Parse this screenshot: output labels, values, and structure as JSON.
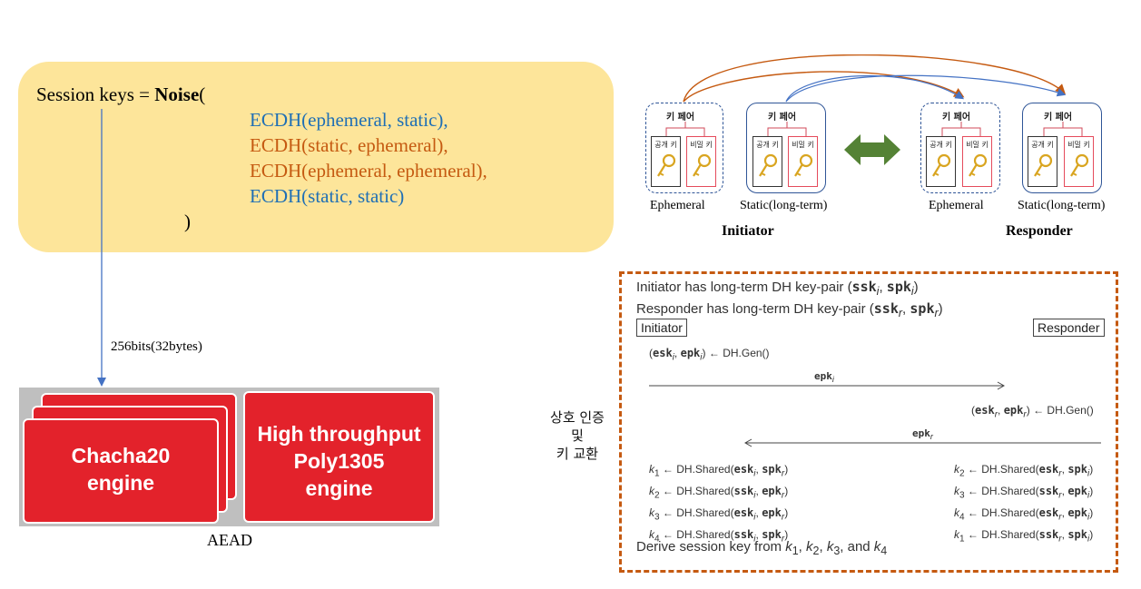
{
  "noise": {
    "line1_prefix": "Session keys = ",
    "line1_bold": "Noise",
    "line1_paren": "(",
    "line2": "ECDH(ephemeral, static),",
    "line3": "ECDH(static, ephemeral),",
    "line4": "ECDH(ephemeral, ephemeral),",
    "line5": "ECDH(static, static)",
    "line6": ")"
  },
  "arrow_label": "256bits(32bytes)",
  "aead": {
    "engine1": [
      "Chacha20",
      "engine"
    ],
    "engine2": [
      "High throughput",
      "Poly1305",
      "engine"
    ],
    "caption": "AEAD"
  },
  "keypairs": {
    "title": "키 페어",
    "public_key": "공개 키",
    "secret_key": "비밀 키",
    "ephemeral": "Ephemeral",
    "static": "Static(long-term)",
    "initiator": "Initiator",
    "responder": "Responder"
  },
  "colors": {
    "blue": "#1f6fb5",
    "orange": "#c55a11",
    "green_arrow": "#548235",
    "engine_red": "#e3222b",
    "noise_bg": "#fde59a"
  },
  "side_label": [
    "상호 인증",
    "및",
    "키 교환"
  ],
  "protocol": {
    "line1": "Initiator has long-term DH key-pair (",
    "line1_vars": "ssk",
    "line2": "Responder has long-term DH key-pair (",
    "initiator": "Initiator",
    "responder": "Responder",
    "gen_i": "DH.Gen()",
    "gen_r": "DH.Gen()",
    "epk_i": "epk",
    "epk_r": "epk",
    "shared": "DH.Shared",
    "derive": "Derive session key from "
  }
}
